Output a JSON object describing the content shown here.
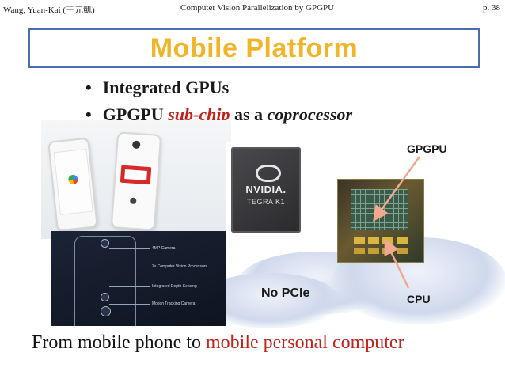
{
  "header": {
    "author": "Wang, Yuan-Kai (王元凱)",
    "course": "Computer Vision Parallelization by GPGPU",
    "page": "p. 38"
  },
  "slide": {
    "title": "Mobile Platform",
    "bullets": [
      {
        "marker": "•",
        "text": "Integrated GPUs"
      },
      {
        "marker": "•",
        "pre": "GPGPU ",
        "emph": "sub-chip",
        "mid": " as a ",
        "ital": "coprocessor"
      }
    ],
    "chip": {
      "brand": "NVIDIA.",
      "model": "TEGRA K1"
    },
    "labels": {
      "gpgpu": "GPGPU",
      "cpu": "CPU",
      "no_pcie": "No PCIe"
    },
    "diagram_labels": [
      "4MP Camera",
      "2x Computer Vision Processors",
      "Integrated Depth Sensing",
      "Motion Tracking Camera"
    ],
    "bottom": {
      "pre": "From mobile phone to ",
      "emph": "mobile personal computer"
    }
  },
  "colors": {
    "title": "#f0b528",
    "accent_red": "#c0241c",
    "frame": "#4a6fb0",
    "arrow": "#f0a890"
  },
  "icons": [
    "phone-photo",
    "tegra-k1-chip",
    "die-shot",
    "phone-diagram"
  ]
}
